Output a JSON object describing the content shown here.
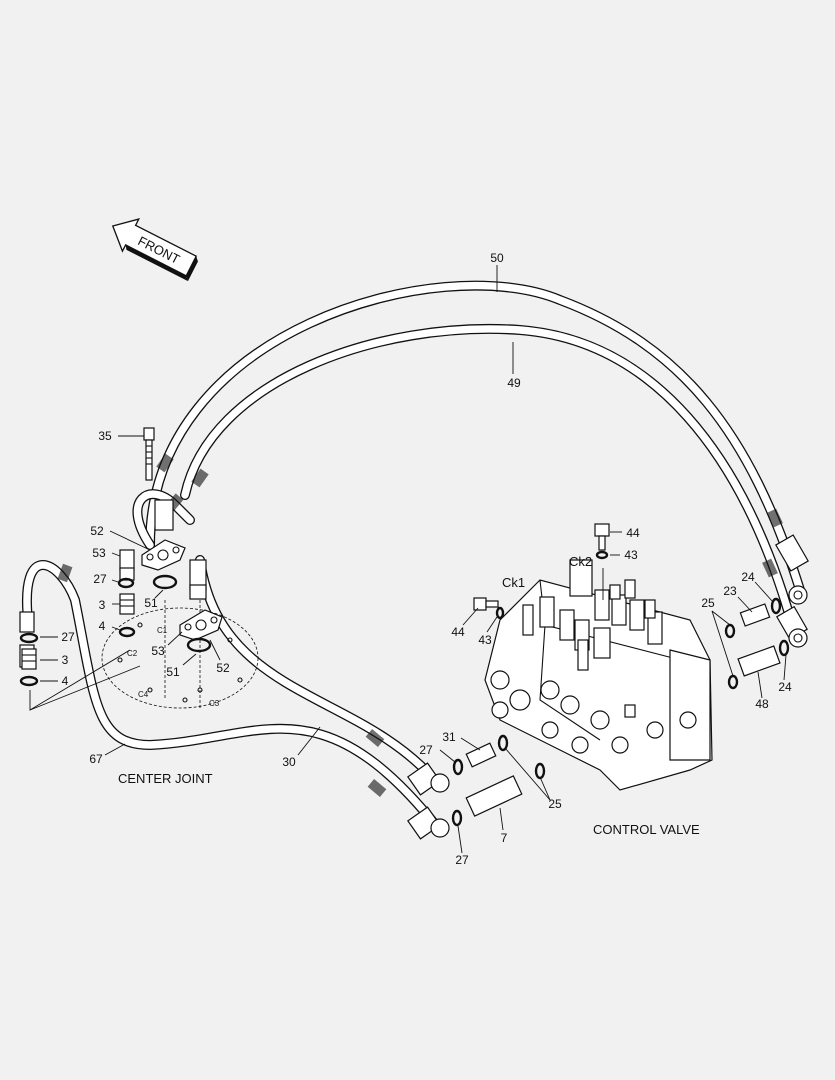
{
  "labels": {
    "front": "FRONT",
    "center_joint": "CENTER JOINT",
    "control_valve": "CONTROL VALVE",
    "ck1": "Ck1",
    "ck2": "Ck2",
    "c1": "C1",
    "c2": "C2",
    "c3": "C3",
    "c4": "C4"
  },
  "callouts": {
    "p50": "50",
    "p49": "49",
    "p35": "35",
    "p52a": "52",
    "p53a": "53",
    "p27a": "27",
    "p3a": "3",
    "p4a": "4",
    "p51a": "51",
    "p53b": "53",
    "p51b": "51",
    "p52b": "52",
    "p27b": "27",
    "p3b": "3",
    "p4b": "4",
    "p67": "67",
    "p30": "30",
    "p44a": "44",
    "p43a": "43",
    "p44b": "44",
    "p43b": "43",
    "p24a": "24",
    "p23": "23",
    "p25a": "25",
    "p24b": "24",
    "p48": "48",
    "p31": "31",
    "p27c": "27",
    "p25b": "25",
    "p7": "7",
    "p27d": "27"
  }
}
